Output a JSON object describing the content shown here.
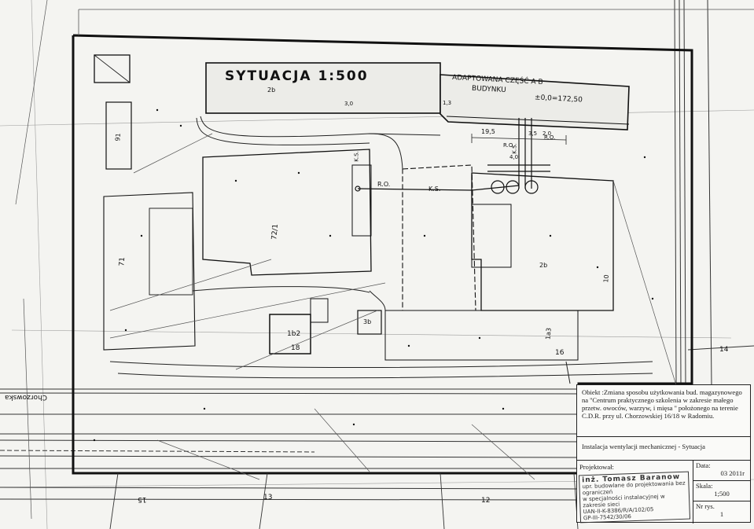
{
  "drawing": {
    "title": "SYTUACJA 1:500",
    "building_label_line1": "ADAPTOWANA CZĘŚĆ A B",
    "building_label_line2": "BUDYNKU",
    "elevation": "±0,0=172,50",
    "lot_labels": [
      "72/1",
      "71",
      "2b",
      "1b2",
      "3b",
      "18",
      "16",
      "14",
      "15",
      "13",
      "12",
      "91",
      "2b",
      "1a3",
      "10"
    ],
    "pipe_labels": [
      "R.O.",
      "K.S.",
      "R.O.",
      "K.S.",
      "R.O.",
      "K.S."
    ],
    "dimensions": [
      "19,5",
      "3,0",
      "1,3",
      "4,0",
      "2,0",
      "3,5"
    ],
    "street_label": "Chorzowska"
  },
  "title_block": {
    "obiekt": "Obiekt :Zmiana sposobu użytkowania bud. magazynowego na ''Centrum praktycznego szkolenia w zakresie małego przetw. owoców, warzyw, i mięsa '' położonego na terenie C.D.R. przy ul. Chorzowskiej 16/18 w Radomiu.",
    "instalacja": "Instalacja  wentylacji mechanicznej  - Sytuacja",
    "projektowal_label": "Projektował:",
    "data_label": "Data:",
    "data_value": "03  2011r",
    "skala_label": "Skala:",
    "skala_value": "1;500",
    "nr_rys_label": "Nr rys.",
    "nr_rys_value": "1",
    "stamp_name": "inż. Tomasz Baranow",
    "stamp_line1": "upr. budowlane do projektowania bez ograniczeń",
    "stamp_line2": "w specjalności instalacyjnej w zakresie sieci",
    "stamp_line3": "UAN-II-K-8386/R/A/102/05",
    "stamp_line4": "GP-III-7542/30/06"
  },
  "colors": {
    "paper": "#f4f4f1",
    "ink": "#1a1a1a"
  }
}
